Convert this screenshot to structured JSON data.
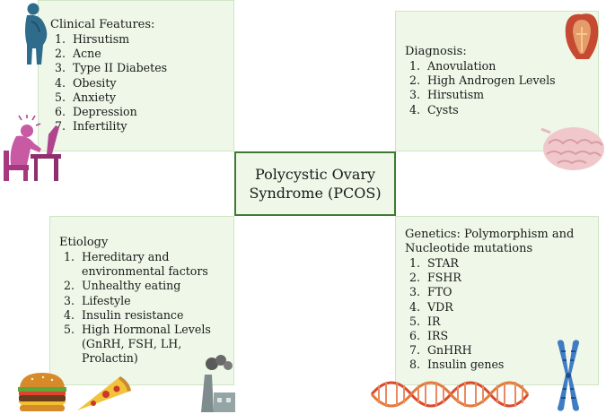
{
  "center": {
    "line1": "Polycystic Ovary",
    "line2": "Syndrome (PCOS)"
  },
  "clinical": {
    "title": "Clinical Features:",
    "items": [
      "Hirsutism",
      "Acne",
      "Type II Diabetes",
      "Obesity",
      "Anxiety",
      "Depression",
      "Infertility"
    ]
  },
  "diagnosis": {
    "title": "Diagnosis:",
    "items": [
      "Anovulation",
      "High Androgen Levels",
      "Hirsutism",
      "Cysts"
    ]
  },
  "etiology": {
    "title": "Etiology",
    "items": [
      [
        "Hereditary and",
        "environmental factors"
      ],
      [
        "Unhealthy eating"
      ],
      [
        "Lifestyle"
      ],
      [
        "Insulin resistance"
      ],
      [
        "High Hormonal Levels",
        "(GnRH, FSH, LH,",
        "Prolactin)"
      ]
    ]
  },
  "genetics": {
    "title1": "Genetics: Polymorphism and",
    "title2": "Nucleotide mutations",
    "items": [
      "STAR",
      "FSHR",
      "FTO",
      "VDR",
      "IR",
      "IRS",
      "GnHRH",
      "Insulin genes"
    ]
  },
  "icons": [
    "obese-person-icon",
    "stressed-person-icon",
    "ovary-uterus-icon",
    "brain-icon",
    "burger-icon",
    "pizza-icon",
    "factory-icon",
    "dna-icon",
    "chromosome-icon"
  ],
  "colors": {
    "box_fill": "#eef7e8",
    "box_border": "#cfe5c4",
    "center_border": "#3f7a33"
  }
}
